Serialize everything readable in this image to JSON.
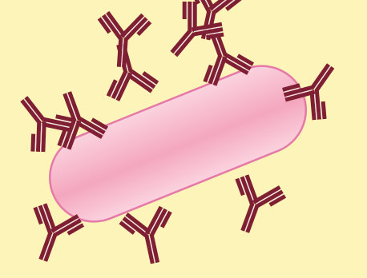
{
  "colors": {
    "background": "#FCF4B8",
    "bacterium_fill_light": "#FBD3DF",
    "bacterium_fill_mid": "#F4A7BF",
    "bacterium_stroke": "#E57AA8",
    "antibody": "#7F1F33",
    "antibody_highlight": "#F5E6E8"
  },
  "diagram": {
    "central_object": "bacterium",
    "surrounding_objects": "antibody",
    "antibody_count": 11
  }
}
